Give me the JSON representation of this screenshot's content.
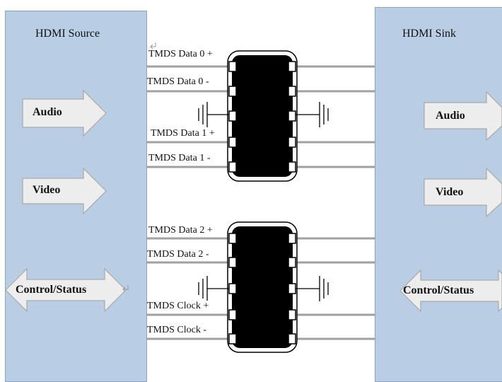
{
  "source": {
    "title": "HDMI Source",
    "audio": "Audio",
    "video": "Video",
    "control": "Control/Status"
  },
  "sink": {
    "title": "HDMI Sink",
    "audio": "Audio",
    "video": "Video",
    "control": "Control/Status"
  },
  "signals": [
    "TMDS Data 0 +",
    "TMDS Data 0 -",
    "TMDS Data 1 +",
    "TMDS Data 1 -",
    "TMDS Data 2 +",
    "TMDS Data 2 -",
    "TMDS Clock +",
    "TMDS Clock -"
  ],
  "colors": {
    "panel": "#b9cde4",
    "arrow": "#ededed",
    "chip": "#000000",
    "line": "#a0a0a0"
  }
}
